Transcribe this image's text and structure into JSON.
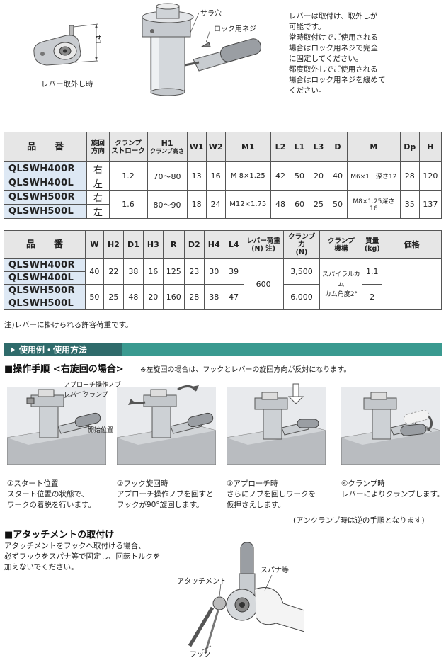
{
  "top": {
    "lever_removed_caption": "レバー取外し時",
    "dim_label": "L4",
    "sara_hole": "サラ穴",
    "lock_screw": "ロック用ネジ",
    "note_lines": [
      "レバーは取付け、取外しが",
      "可能です。",
      "常時取付けでご使用される",
      "場合はロック用ネジで完全",
      "に固定してください。",
      "都度取外しでご使用される",
      "場合はロック用ネジを緩めて",
      "ください。"
    ]
  },
  "table1": {
    "headers": {
      "model": "品　　番",
      "rotation": "旋回\n方向",
      "stroke": "クランプ\nストローク",
      "h1": "H1",
      "h1_sub": "クランプ高さ",
      "w1": "W1",
      "w2": "W2",
      "m1": "M1",
      "l2": "L2",
      "l1": "L1",
      "l3": "L3",
      "d": "D",
      "m": "M",
      "dp": "Dp",
      "h": "H"
    },
    "rows": [
      {
        "model": "QLSWH400R",
        "dir": "右"
      },
      {
        "model": "QLSWH400L",
        "dir": "左"
      },
      {
        "model": "QLSWH500R",
        "dir": "右"
      },
      {
        "model": "QLSWH500L",
        "dir": "左"
      }
    ],
    "groups": [
      {
        "stroke": "1.2",
        "h1": "70〜80",
        "w1": "13",
        "w2": "16",
        "m1": "M 8×1.25",
        "l2": "42",
        "l1": "50",
        "l3": "20",
        "d": "40",
        "m": "M6×1　深さ12",
        "dp": "28",
        "h": "120"
      },
      {
        "stroke": "1.6",
        "h1": "80〜90",
        "w1": "18",
        "w2": "24",
        "m1": "M12×1.75",
        "l2": "48",
        "l1": "60",
        "l3": "25",
        "d": "50",
        "m": "M8×1.25深さ16",
        "dp": "35",
        "h": "137"
      }
    ]
  },
  "table2": {
    "headers": {
      "model": "品　　番",
      "w": "W",
      "h2": "H2",
      "d1": "D1",
      "h3": "H3",
      "r": "R",
      "d2": "D2",
      "h4": "H4",
      "l4": "L4",
      "load": "レバー荷重\n(N) 注)",
      "force": "クランプ力\n(N)",
      "mech": "クランプ\n機構",
      "mass": "質量\n(kg)",
      "price": "価格"
    },
    "rows": [
      "QLSWH400R",
      "QLSWH400L",
      "QLSWH500R",
      "QLSWH500L"
    ],
    "groups": [
      {
        "w": "40",
        "h2": "22",
        "d1": "38",
        "h3": "16",
        "r": "125",
        "d2": "23",
        "h4": "30",
        "l4": "39",
        "force": "3,500",
        "mass": "1.1"
      },
      {
        "w": "50",
        "h2": "25",
        "d1": "48",
        "h3": "20",
        "r": "160",
        "d2": "28",
        "h4": "38",
        "l4": "47",
        "force": "6,000",
        "mass": "2"
      }
    ],
    "load": "600",
    "mech": "スパイラルカム\nカム角度2°",
    "footnote": "注)レバーに掛けられる許容荷重です。"
  },
  "usage": {
    "section_title": "使用例・使用方法",
    "steps_title": "■操作手順 <右旋回の場合>",
    "steps_note": "※左旋回の場合は、フックとレバーの旋回方向が反対になります。",
    "fig_labels": {
      "knob": "アプローチ操作ノブ",
      "lever_clamp": "レバークランプ",
      "start_pos": "開始位置"
    },
    "steps": [
      {
        "title": "①スタート位置",
        "lines": [
          "スタート位置の状態で、",
          "ワークの着脱を行います。"
        ]
      },
      {
        "title": "②フック旋回時",
        "lines": [
          "アプローチ操作ノブを回すと",
          "フックが90°旋回します。"
        ]
      },
      {
        "title": "③アプローチ時",
        "lines": [
          "さらにノブを回しワークを",
          "仮押さえします。"
        ]
      },
      {
        "title": "④クランプ時",
        "lines": [
          "レバーによりクランプします。"
        ]
      }
    ],
    "unclamp_note": "(アンクランプ時は逆の手順となります)"
  },
  "attach": {
    "title": "■アタッチメントの取付け",
    "lines": [
      "アタッチメントをフックへ取付ける場合、",
      "必ずフックをスパナ等で固定し、回転トルクを",
      "加えないでください。"
    ],
    "label_attachment": "アタッチメント",
    "label_spanner": "スパナ等",
    "label_hook": "フック"
  }
}
